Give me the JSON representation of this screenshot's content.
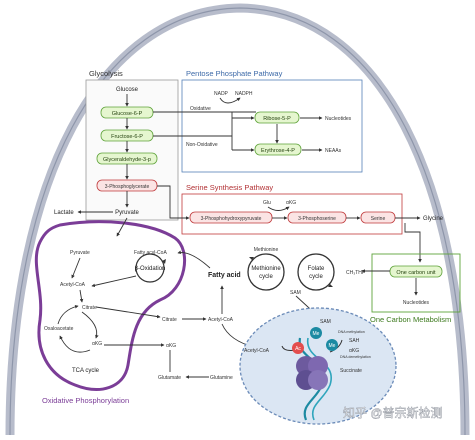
{
  "glycolysis": {
    "title": "Glycolysis",
    "glucose": "Glucose",
    "g6p": "Glucose-6-P",
    "f6p": "Fructose-6-P",
    "g3p": "Glyceraldehyde-3-p",
    "pg3": "3-Phosphoglycerate",
    "lactate": "Lactate",
    "pyruvate": "Pyruvate"
  },
  "ppp": {
    "title": "Pentose Phosphate Pathway",
    "nadp": "NADP",
    "nadph": "NADPH",
    "oxidative": "Oxidative",
    "non_oxidative": "Non-Oxidative",
    "ribose5p": "Ribose-5-P",
    "erythrose4p": "Erythrose-4-P",
    "nucleotides": "Nucleotides",
    "neaas": "NEAAs"
  },
  "serine": {
    "title": "Serine Synthesis Pathway",
    "glu": "Glu",
    "akg": "αKG",
    "php": "3-Phosphohydroxypyruvate",
    "ps": "3-Phosphoserine",
    "serine": "Serine",
    "glycine": "Glycine"
  },
  "one_carbon": {
    "title": "One Carbon Metabolism",
    "unit": "One carbon unit",
    "nucleotides": "Nucleotides"
  },
  "cycles": {
    "methionine": "Methionine",
    "methionine_cycle_1": "Methionine",
    "methionine_cycle_2": "cycle",
    "folate_1": "Folate",
    "folate_2": "cycle",
    "ch3thf": "CH₃THF",
    "sam": "SAM"
  },
  "mito": {
    "title": "Oxidative Phosphorylation",
    "tca": "TCA cycle",
    "pyruvate": "Pyruvate",
    "acetyl_coa": "Acetyl-CoA",
    "citrate": "Citrate",
    "akg": "αKG",
    "oxaloacetate": "Oxaloacetate",
    "fatty_acyl_coa": "Fatty acyl-CoA",
    "beta_oxidation": "β-Oxidation"
  },
  "cytosol": {
    "citrate": "Citrate",
    "akg": "αKG",
    "acetyl_coa": "Acetyl-CoA",
    "fatty_acid": "Fatty acid",
    "glutamate": "Glutamate",
    "glutamine": "Glutamine"
  },
  "nucleus": {
    "sam": "SAM",
    "dna_methylation": "DNA methylation",
    "sah": "SAH",
    "akg": "αKG",
    "dna_demethylation": "DNA demethylation",
    "succinate": "Succinate",
    "acetyl_coa": "Acetyl-CoA",
    "ac": "Ac",
    "me1": "Me",
    "me2": "Me"
  },
  "watermark": "知乎 @普宗斯检测",
  "colors": {
    "cell_membrane": "#9aa3b5",
    "mito_outline": "#7b3d97",
    "ppp_blue": "#5580b8",
    "serine_red": "#c0393b",
    "one_carbon_green": "#5fa33a",
    "nucleus_fill": "#dbe6f3",
    "acetyl_red": "#e34d4d",
    "methyl_teal": "#1c8aa2",
    "histone_purple": "#6d5a9e"
  }
}
